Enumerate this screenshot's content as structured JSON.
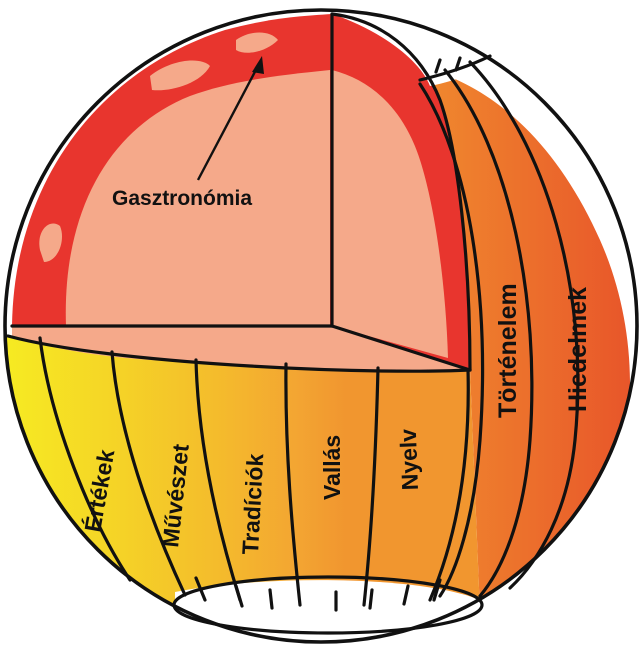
{
  "core_label": "Gasztronómia",
  "bottom_segments": [
    "Értékek",
    "Művészet",
    "Tradíciók",
    "Vallás",
    "Nyelv"
  ],
  "side_segments": [
    "Történelem",
    "Hiedelmek"
  ],
  "colors": {
    "core_fill": "#f5a98a",
    "core_rim": "#e8352e",
    "seg_yellow": "#f6e824",
    "seg_yellow_orange": "#f5cf28",
    "seg_amber": "#f4b530",
    "seg_orange_light": "#f3a032",
    "seg_orange": "#ef8c30",
    "seg_orange_dark": "#ea6a2c",
    "outline": "#111111"
  }
}
